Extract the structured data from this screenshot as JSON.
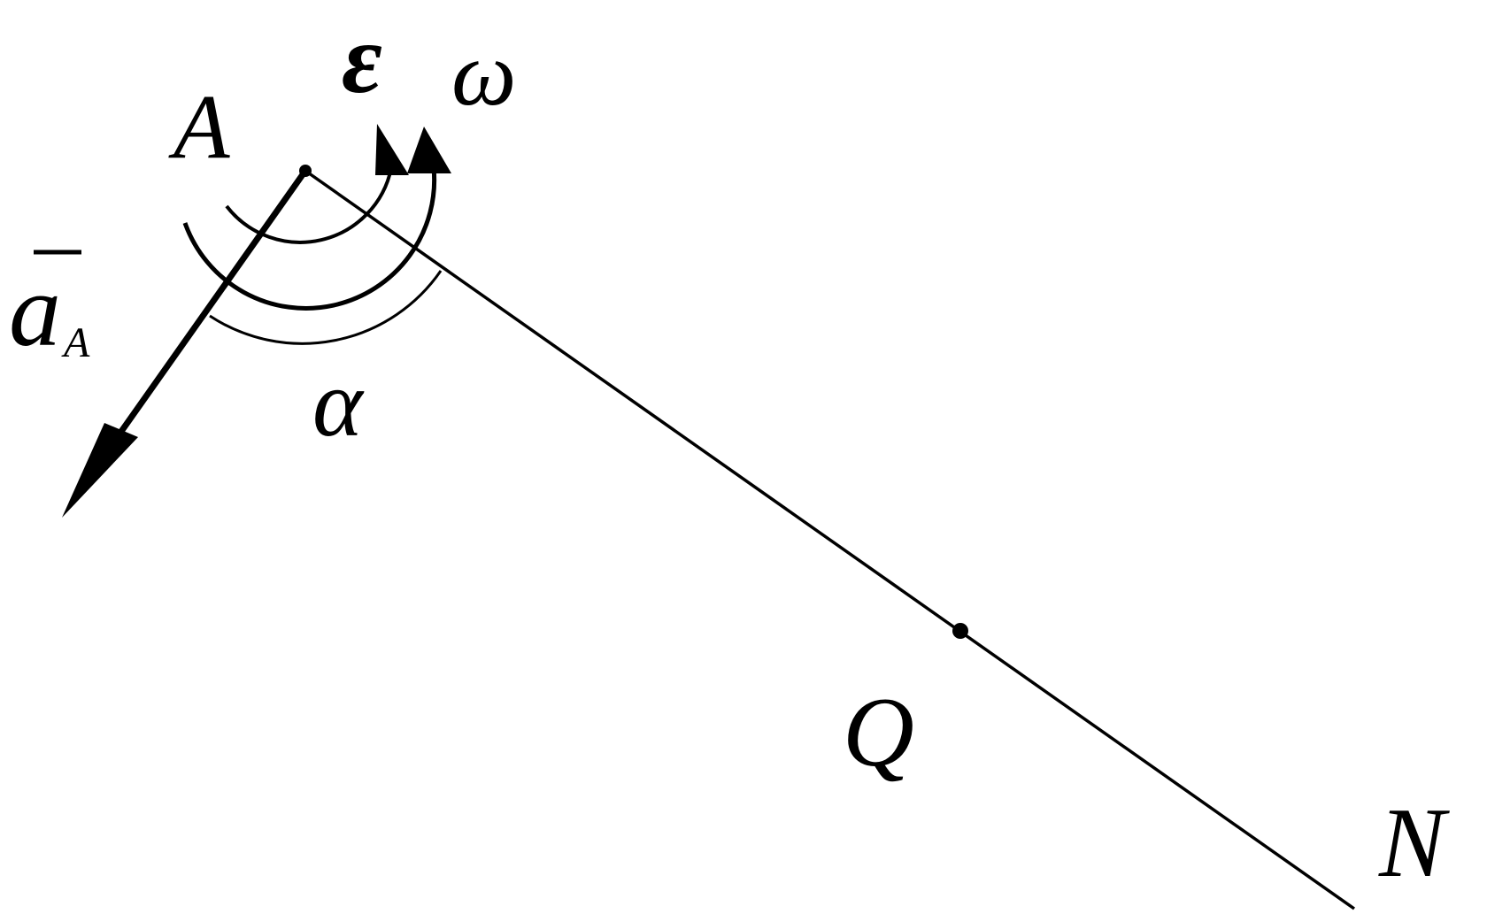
{
  "labels": {
    "point_a": "A",
    "epsilon": "ε",
    "omega": "ω",
    "accel_symbol": "a",
    "accel_subscript": "A",
    "alpha": "α",
    "point_q": "Q",
    "point_n": "N"
  },
  "colors": {
    "ink": "#000000",
    "background": "#ffffff"
  }
}
